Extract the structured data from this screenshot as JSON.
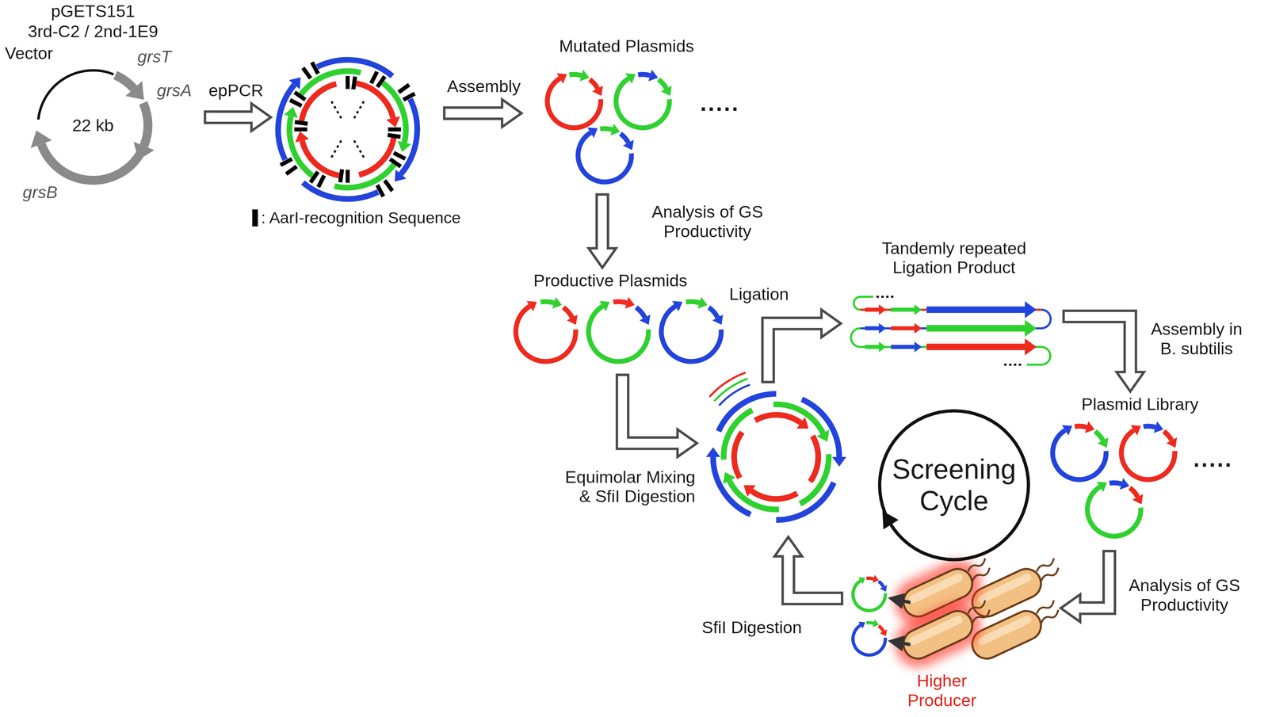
{
  "diagram": {
    "nodes": [
      {
        "text": [
          "pGETS151",
          "3rd-C2 / 2nd-1E9",
          "Vector",
          "grsT",
          "grsA",
          "22 kb",
          "grsB"
        ]
      },
      {
        "text": [
          "Mutated Plasmids"
        ]
      },
      {
        "text": [
          "Productive Plasmids"
        ]
      },
      {
        "text": [
          "Tandemly repeated Ligation Product"
        ]
      },
      {
        "text": [
          "Plasmid Library"
        ]
      },
      {
        "text": [
          "Screening Cycle"
        ]
      }
    ],
    "edges": [
      {
        "from": 1,
        "to": 2,
        "arrow": "to",
        "label": "Analysis of GS Productivity"
      },
      {
        "from": 3,
        "to": 4,
        "arrow": "to",
        "label": "Assembly in B. subtilis"
      }
    ],
    "labels": [
      "epPCR",
      "Assembly",
      "Equimolar Mixing & SfiI Digestion",
      "Ligation",
      "Analysis of GS Productivity",
      "SfiI Digestion",
      "Higher Producer",
      ".....",
      "....."
    ],
    "legend": [
      {
        "text": ": AarI-recognition Sequence"
      }
    ]
  }
}
